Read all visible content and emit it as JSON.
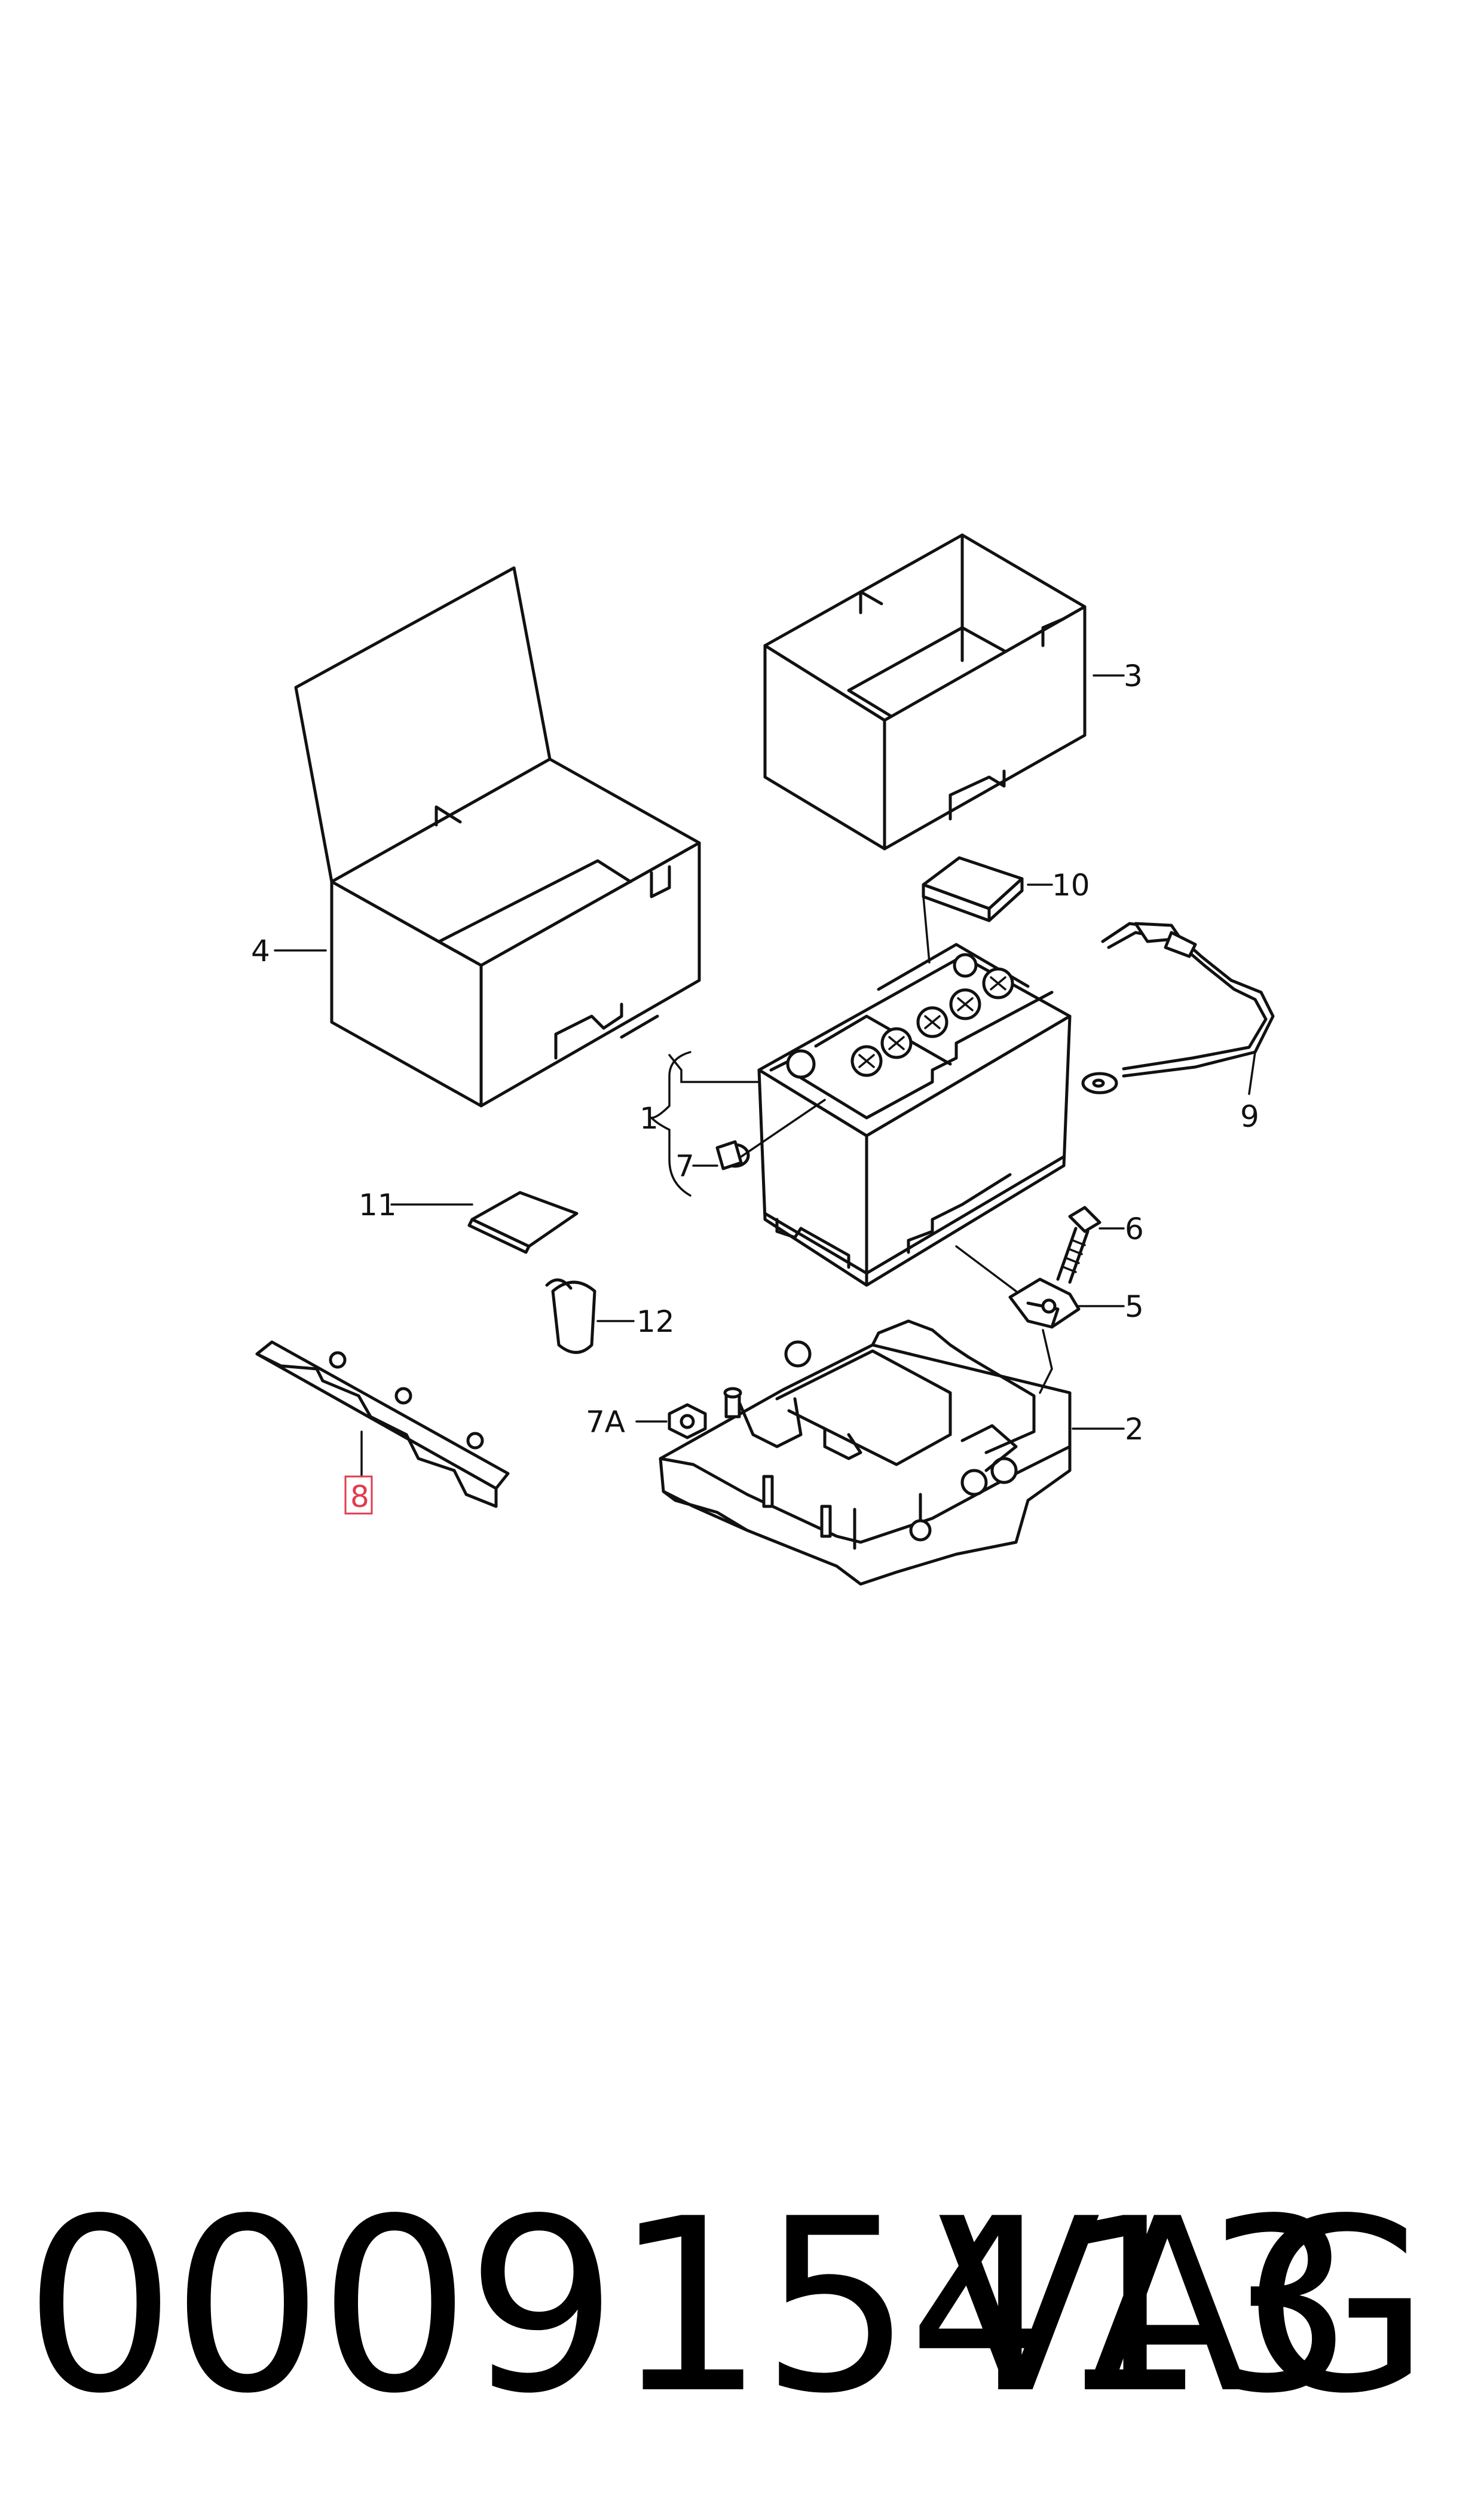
{
  "callouts": {
    "c1": "1",
    "c2": "2",
    "c3": "3",
    "c4": "4",
    "c5": "5",
    "c6": "6",
    "c7": "7",
    "c7a": "7A",
    "c8": "8",
    "c9": "9",
    "c10": "10",
    "c11": "11",
    "c12": "12"
  },
  "highlight_color": "#e03c4e",
  "footer": {
    "part_number": "000915413",
    "brand": "VAG"
  }
}
